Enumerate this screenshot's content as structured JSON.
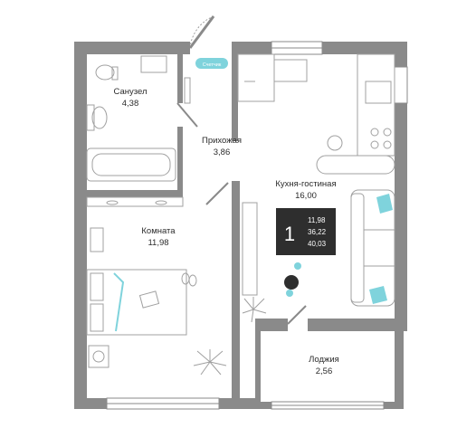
{
  "rooms": [
    {
      "id": "bathroom",
      "name": "Санузел",
      "area": "4,38"
    },
    {
      "id": "hallway",
      "name": "Прихожая",
      "area": "3,86"
    },
    {
      "id": "kitchen",
      "name": "Кухня-гостиная",
      "area": "16,00"
    },
    {
      "id": "bedroom",
      "name": "Комната",
      "area": "11,98"
    },
    {
      "id": "loggia",
      "name": "Лоджия",
      "area": "2,56"
    }
  ],
  "summary": {
    "rooms_count": "1",
    "living_area": "11,98",
    "total_area": "36,22",
    "total_with_loggia": "40,03"
  },
  "meter_tag": "Счетчик",
  "colors": {
    "wall": "#8a8a8a",
    "accent": "#7fd3dc",
    "badge": "#2e2e2e",
    "furniture": "#a0a0a0"
  }
}
